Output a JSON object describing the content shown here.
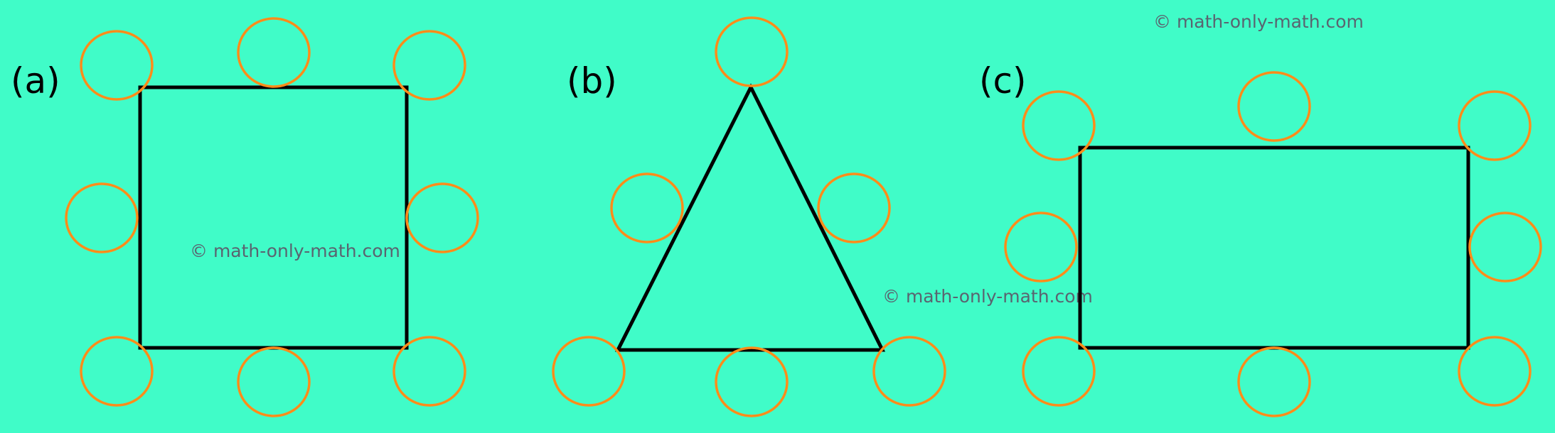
{
  "colors": {
    "background": "#40FCC8",
    "outline": "#000000",
    "circle": "#FF8C1A",
    "watermark": "#5a6470"
  },
  "watermark_text": "© math-only-math.com",
  "panels": [
    {
      "label": "(a)",
      "shape": "square",
      "circle_count": 8
    },
    {
      "label": "(b)",
      "shape": "triangle",
      "circle_count": 6
    },
    {
      "label": "(c)",
      "shape": "rectangle",
      "circle_count": 8
    }
  ]
}
